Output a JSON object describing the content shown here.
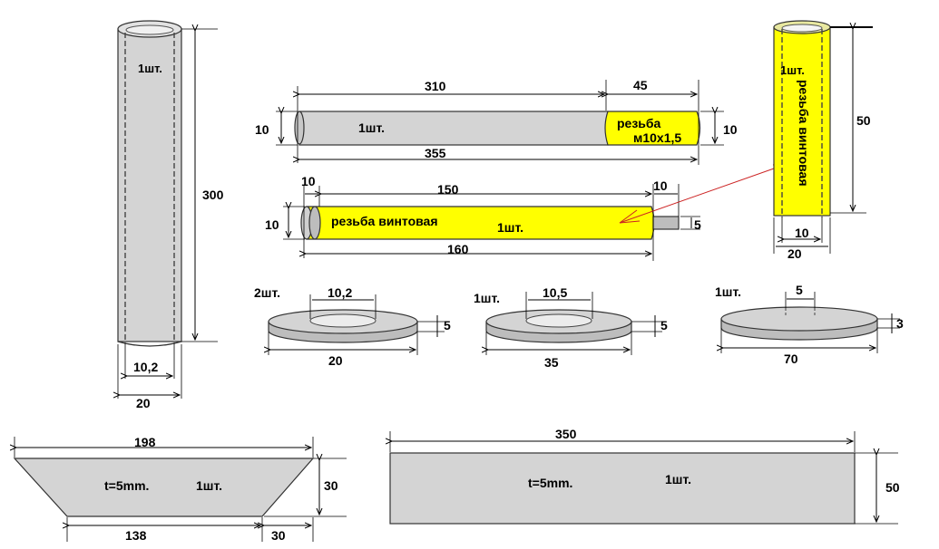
{
  "colors": {
    "steel": "#d4d4d4",
    "steel_dark": "#bdbdbd",
    "thread": "#ffff00",
    "arrow": "#cc2222"
  },
  "tube": {
    "qty": "1шт.",
    "height": "300",
    "inner": "10,2",
    "outer": "20"
  },
  "rod": {
    "qty": "1шт.",
    "main_len": "310",
    "thread_len": "45",
    "total": "355",
    "dia_left": "10",
    "dia_right": "10",
    "thread_label": "резьба",
    "thread_spec": "м10х1,5"
  },
  "screw": {
    "qty": "1шт.",
    "head": "10",
    "body": "150",
    "tip": "10",
    "total": "160",
    "dia": "10",
    "tip_dia": "5",
    "thread_label": "резьба винтовая"
  },
  "nut": {
    "qty": "1шт.",
    "height": "50",
    "inner": "10",
    "outer": "20",
    "thread_label": "резьба винтовая"
  },
  "washers": [
    {
      "qty": "2шт.",
      "inner": "10,2",
      "outer": "20",
      "thick": "5"
    },
    {
      "qty": "1шт.",
      "inner": "10,5",
      "outer": "35",
      "thick": "5"
    },
    {
      "qty": "1шт.",
      "inner": "5",
      "outer": "70",
      "thick": "3"
    }
  ],
  "trapezoid": {
    "top": "198",
    "bottom": "138",
    "height": "30",
    "offset": "30",
    "thickness": "t=5mm.",
    "qty": "1шт."
  },
  "plate": {
    "width": "350",
    "height": "50",
    "thickness": "t=5mm.",
    "qty": "1шт."
  }
}
